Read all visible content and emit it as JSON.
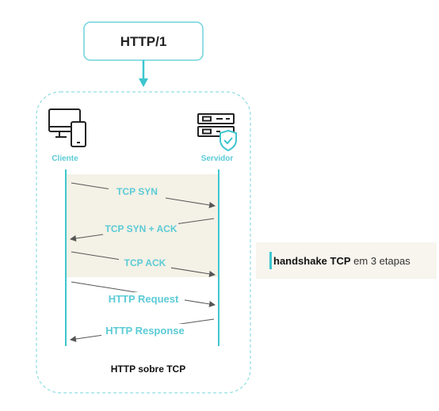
{
  "diagram": {
    "title": "HTTP/1",
    "client_label": "Cliente",
    "server_label": "Servidor",
    "caption": "HTTP sobre TCP",
    "messages": [
      {
        "label": "TCP SYN",
        "direction": "client-to-server"
      },
      {
        "label": "TCP SYN + ACK",
        "direction": "server-to-client"
      },
      {
        "label": "TCP ACK",
        "direction": "client-to-server"
      },
      {
        "label": "HTTP Request",
        "direction": "client-to-server"
      },
      {
        "label": "HTTP Response",
        "direction": "server-to-client"
      }
    ],
    "note": {
      "bold": "handshake TCP",
      "rest": " em 3 etapas"
    }
  },
  "colors": {
    "accent": "#3ec6cf",
    "label": "#5bcbd6",
    "handshake_bg": "#f4f1e6",
    "dashed_border": "#8fdde3"
  },
  "icons": [
    "desktop-and-phone-icon",
    "server-shield-icon"
  ]
}
